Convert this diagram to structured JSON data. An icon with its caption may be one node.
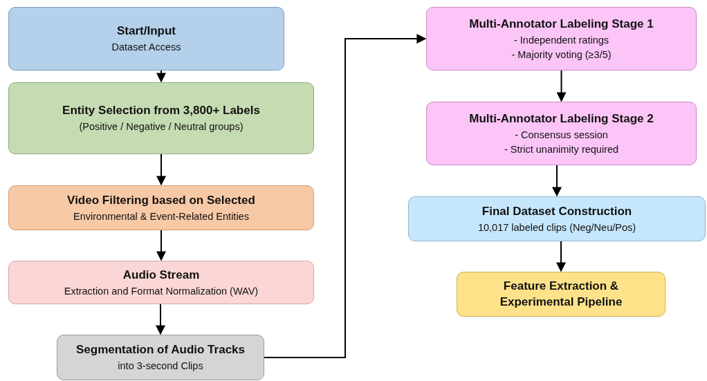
{
  "diagram": {
    "nodes": [
      {
        "text": [
          "Start/Input",
          "Dataset Access"
        ]
      },
      {
        "text": [
          "Entity Selection from 3,800+ Labels",
          "(Positive / Negative / Neutral groups)"
        ]
      },
      {
        "text": [
          "Video Filtering based on Selected",
          "Environmental & Event-Related Entities"
        ]
      },
      {
        "text": [
          "Audio Stream",
          "Extraction and Format Normalization (WAV)"
        ]
      },
      {
        "text": [
          "Segmentation of Audio Tracks",
          "into 3-second Clips"
        ]
      },
      {
        "text": [
          "Multi-Annotator Labeling Stage 1",
          "- Independent ratings",
          "- Majority voting (≥3/5)"
        ]
      },
      {
        "text": [
          "Multi-Annotator Labeling Stage 2",
          "- Consensus session",
          "- Strict unanimity required"
        ]
      },
      {
        "text": [
          "Final Dataset Construction",
          "10,017 labeled clips (Neg/Neu/Pos)"
        ]
      },
      {
        "text": [
          "Feature Extraction & Experimental Pipeline"
        ]
      }
    ],
    "edges": [
      {
        "from": 0,
        "to": 1,
        "arrow": "to"
      },
      {
        "from": 1,
        "to": 2,
        "arrow": "to"
      },
      {
        "from": 2,
        "to": 3,
        "arrow": "to"
      },
      {
        "from": 3,
        "to": 4,
        "arrow": "to"
      },
      {
        "from": 4,
        "to": 5,
        "arrow": "to"
      },
      {
        "from": 5,
        "to": 6,
        "arrow": "to"
      },
      {
        "from": 6,
        "to": 7,
        "arrow": "to"
      },
      {
        "from": 7,
        "to": 8,
        "arrow": "to"
      }
    ]
  }
}
